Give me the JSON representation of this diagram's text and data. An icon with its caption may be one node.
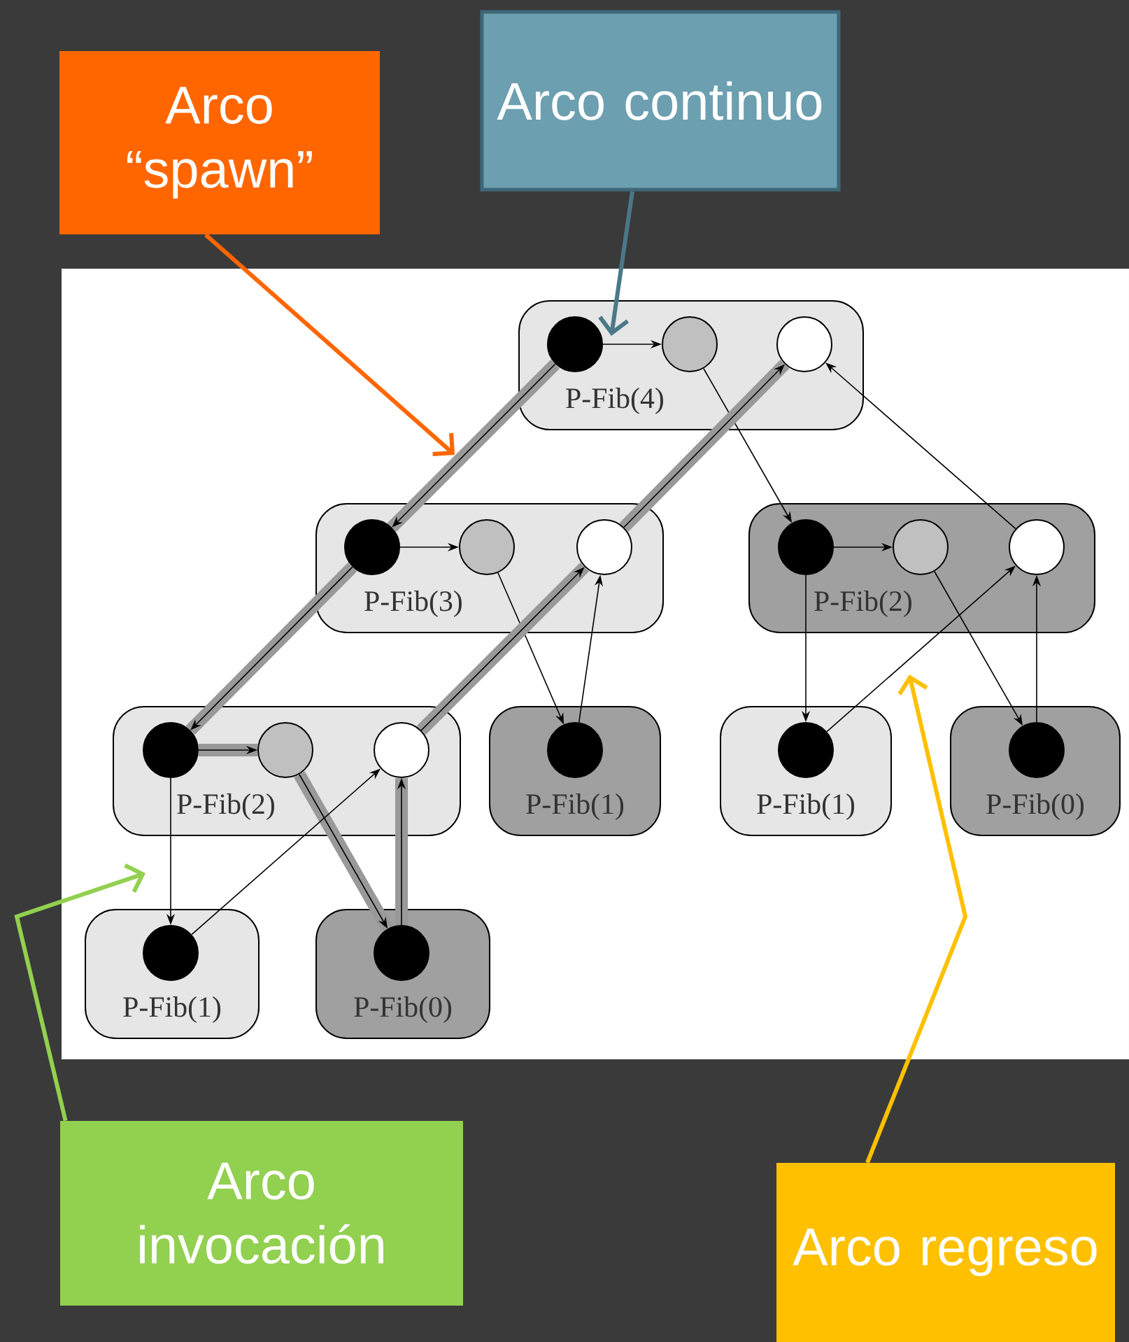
{
  "diagram": {
    "nodes": [
      {
        "text": [
          "Arco “spawn”"
        ]
      },
      {
        "text": [
          "Arco continuo"
        ]
      },
      {
        "text": [
          "P-Fib(4)"
        ]
      },
      {
        "text": [],
        "shape": "circle",
        "in": 2
      },
      {
        "text": [],
        "shape": "circle",
        "in": 2
      },
      {
        "text": [],
        "shape": "circle",
        "in": 2
      },
      {
        "text": [
          "P-Fib(3)"
        ]
      },
      {
        "text": [],
        "shape": "circle",
        "in": 6
      },
      {
        "text": [],
        "shape": "circle",
        "in": 6
      },
      {
        "text": [],
        "shape": "circle",
        "in": 6
      },
      {
        "text": [
          "P-Fib(2)"
        ]
      },
      {
        "text": [],
        "shape": "circle",
        "in": 10
      },
      {
        "text": [],
        "shape": "circle",
        "in": 10
      },
      {
        "text": [],
        "shape": "circle",
        "in": 10
      },
      {
        "text": [
          "P-Fib(2)"
        ]
      },
      {
        "text": [],
        "shape": "circle",
        "in": 14
      },
      {
        "text": [],
        "shape": "circle",
        "in": 14
      },
      {
        "text": [],
        "shape": "circle",
        "in": 14
      },
      {
        "text": [
          "P-Fib(1)"
        ]
      },
      {
        "text": [],
        "shape": "circle",
        "in": 18
      },
      {
        "text": [
          "P-Fib(1)"
        ]
      },
      {
        "text": [],
        "shape": "circle",
        "in": 20
      },
      {
        "text": [
          "P-Fib(0)"
        ]
      },
      {
        "text": [],
        "shape": "circle",
        "in": 22
      },
      {
        "text": [
          "P-Fib(1)"
        ]
      },
      {
        "text": [],
        "shape": "circle",
        "in": 24
      },
      {
        "text": [
          "P-Fib(0)"
        ]
      },
      {
        "text": [],
        "shape": "circle",
        "in": 26
      },
      {
        "text": [
          "Arco invocación"
        ]
      },
      {
        "text": [
          "Arco regreso"
        ]
      }
    ],
    "edges": [
      {
        "from": 3,
        "to": 4,
        "arrow": "to"
      },
      {
        "from": 3,
        "to": 7,
        "arrow": "to",
        "style": "thick",
        "color": "#999999"
      },
      {
        "from": 4,
        "to": 11,
        "arrow": "to"
      },
      {
        "from": 7,
        "to": 8,
        "arrow": "to"
      },
      {
        "from": 7,
        "to": 15,
        "arrow": "to",
        "style": "thick",
        "color": "#999999"
      },
      {
        "from": 8,
        "to": 19,
        "arrow": "to"
      },
      {
        "from": 11,
        "to": 12,
        "arrow": "to"
      },
      {
        "from": 11,
        "to": 21,
        "arrow": "to"
      },
      {
        "from": 12,
        "to": 23,
        "arrow": "to"
      },
      {
        "from": 15,
        "to": 16,
        "arrow": "to",
        "style": "thick",
        "color": "#999999"
      },
      {
        "from": 15,
        "to": 25,
        "arrow": "to"
      },
      {
        "from": 16,
        "to": 27,
        "arrow": "to",
        "style": "thick",
        "color": "#999999"
      },
      {
        "from": 25,
        "to": 17,
        "arrow": "to"
      },
      {
        "from": 27,
        "to": 17,
        "arrow": "to",
        "style": "thick",
        "color": "#999999"
      },
      {
        "from": 17,
        "to": 9,
        "arrow": "to",
        "style": "thick",
        "color": "#999999"
      },
      {
        "from": 19,
        "to": 9,
        "arrow": "to"
      },
      {
        "from": 9,
        "to": 5,
        "arrow": "to",
        "style": "thick",
        "color": "#999999"
      },
      {
        "from": 21,
        "to": 13,
        "arrow": "to"
      },
      {
        "from": 23,
        "to": 13,
        "arrow": "to"
      },
      {
        "from": 13,
        "to": 5,
        "arrow": "to"
      },
      {
        "from": 0,
        "to": null,
        "arrow": "to",
        "style": "thick",
        "color": "#ff6600"
      },
      {
        "from": 1,
        "to": 2,
        "arrow": "to",
        "style": "thick",
        "color": "#4a7888"
      },
      {
        "from": 28,
        "to": null,
        "arrow": "to",
        "style": "thick",
        "color": "#92d050"
      },
      {
        "from": 29,
        "to": null,
        "arrow": "to",
        "style": "thick",
        "color": "#ffc000"
      }
    ]
  }
}
